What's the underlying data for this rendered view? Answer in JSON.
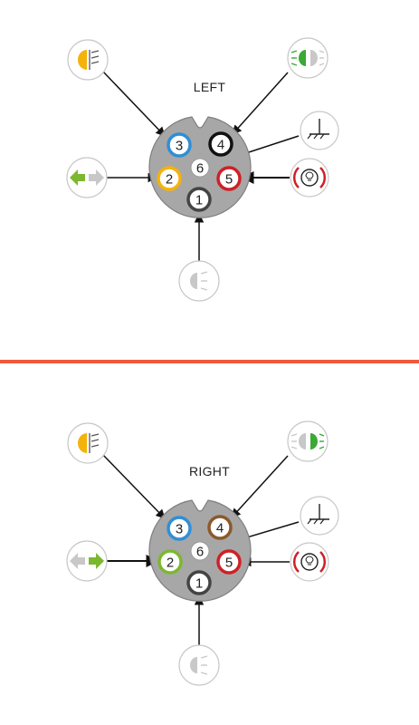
{
  "panels": [
    {
      "title": "LEFT",
      "pins": [
        {
          "label": "1",
          "color": "#444444"
        },
        {
          "label": "2",
          "color": "#f5b20a"
        },
        {
          "label": "3",
          "color": "#2f8fd6"
        },
        {
          "label": "4",
          "color": "#111111"
        },
        {
          "label": "5",
          "color": "#cf2027"
        },
        {
          "label": "6",
          "color": "#ffffff"
        }
      ],
      "icons": {
        "fog": "fog-light-icon",
        "side": "side-light-icon",
        "ground": "ground-icon",
        "brake": "brake-warning-icon",
        "turn": "turn-signal-left-icon",
        "reverse": "reverse-light-icon"
      }
    },
    {
      "title": "RIGHT",
      "pins": [
        {
          "label": "1",
          "color": "#444444"
        },
        {
          "label": "2",
          "color": "#7cb82f"
        },
        {
          "label": "3",
          "color": "#2f8fd6"
        },
        {
          "label": "4",
          "color": "#8b5a2b"
        },
        {
          "label": "5",
          "color": "#cf2027"
        },
        {
          "label": "6",
          "color": "#ffffff"
        }
      ],
      "icons": {
        "fog": "fog-light-icon",
        "side": "side-light-icon",
        "ground": "ground-icon",
        "brake": "brake-warning-icon",
        "turn": "turn-signal-right-icon",
        "reverse": "reverse-light-icon"
      }
    }
  ],
  "colors": {
    "divider": "#ee5a3a",
    "socket": "#a7a7a7",
    "fog_amber": "#f5b20a",
    "side_green": "#3aa935",
    "turn_green": "#7cb82f",
    "brake_red": "#cf2027",
    "icon_gray": "#c8c8c8"
  }
}
